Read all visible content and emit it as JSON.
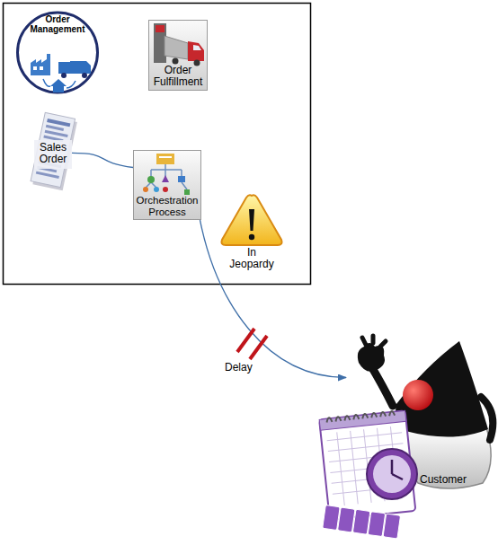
{
  "diagram": {
    "nodes": [
      {
        "text": [
          "Order Management"
        ]
      },
      {
        "text": [
          "Order Fulfillment"
        ]
      },
      {
        "text": [
          "Sales Order"
        ]
      },
      {
        "text": [
          "Orchestration Process"
        ]
      },
      {
        "text": [
          "In Jeopardy"
        ]
      },
      {
        "text": [
          "Customer"
        ]
      }
    ],
    "edges": [
      {
        "from": 2,
        "to": 3,
        "arrow": "none"
      },
      {
        "from": 3,
        "to": 5,
        "arrow": "to",
        "label": "Delay"
      }
    ]
  }
}
